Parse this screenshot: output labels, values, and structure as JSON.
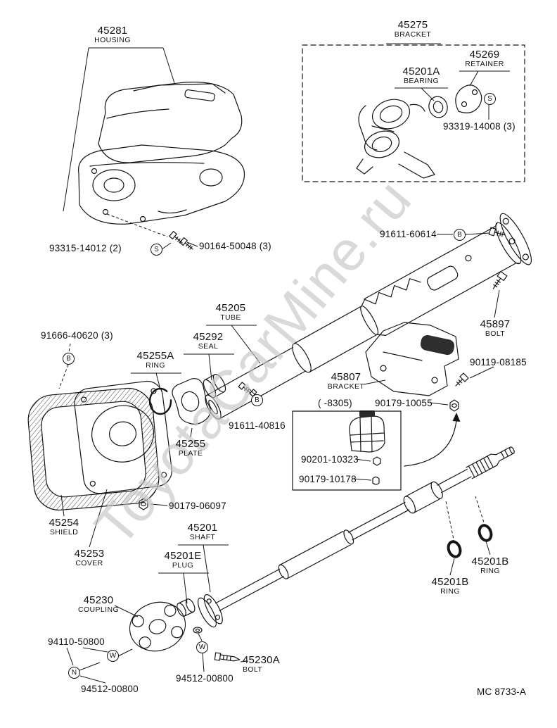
{
  "doc": {
    "code": "MC 8733-A",
    "watermark": "ToyotaCarMine.ru"
  },
  "parts": {
    "housing": {
      "no": "45281",
      "name": "HOUSING"
    },
    "upper_bracket": {
      "no": "45275",
      "name": "BRACKET"
    },
    "retainer": {
      "no": "45269",
      "name": "RETAINER"
    },
    "bearing": {
      "no": "45201A",
      "name": "BEARING"
    },
    "tube": {
      "no": "45205",
      "name": "TUBE"
    },
    "seal": {
      "no": "45292",
      "name": "SEAL"
    },
    "ring_a": {
      "no": "45255A",
      "name": "RING"
    },
    "lower_bracket": {
      "no": "45807",
      "name": "BRACKET"
    },
    "plate": {
      "no": "45255",
      "name": "PLATE"
    },
    "shield": {
      "no": "45254",
      "name": "SHIELD"
    },
    "cover": {
      "no": "45253",
      "name": "COVER"
    },
    "shaft": {
      "no": "45201",
      "name": "SHAFT"
    },
    "plug": {
      "no": "45201E",
      "name": "PLUG"
    },
    "coupling": {
      "no": "45230",
      "name": "COUPLING"
    },
    "bolt_upper": {
      "no": "45897",
      "name": "BOLT"
    },
    "ring_b_right": {
      "no": "45201B",
      "name": "RING"
    },
    "ring_b_left": {
      "no": "45201B",
      "name": "RING"
    },
    "bolt_coupling": {
      "no": "45230A",
      "name": "BOLT"
    }
  },
  "fasteners": {
    "screw_housing": "93315-14012 (2)",
    "screw_housing2": "90164-50048 (3)",
    "screw_retainer": "93319-14008 (3)",
    "bolt_column_upper": "91611-60614",
    "screw_shield": "91666-40620 (3)",
    "bolt_bracket": "90119-08185",
    "nut_bracket": "90179-10055",
    "bolt_plate": "91611-40816",
    "damper": "90201-10323",
    "clip": "90179-10178",
    "nut_cover": "90179-06097",
    "bolt_coupling_b": "94110-50800",
    "nut_coupling_1": "94512-00800",
    "nut_coupling_2": "94512-00800"
  },
  "markers": {
    "s1": "S",
    "s2": "S",
    "b1": "B",
    "b2": "B",
    "b3": "B",
    "n1": "N",
    "w1": "W",
    "w2": "W"
  },
  "notes": {
    "range": "( -8305)"
  },
  "colors": {
    "line": "#151515",
    "watermark": "#c6c6c6"
  }
}
